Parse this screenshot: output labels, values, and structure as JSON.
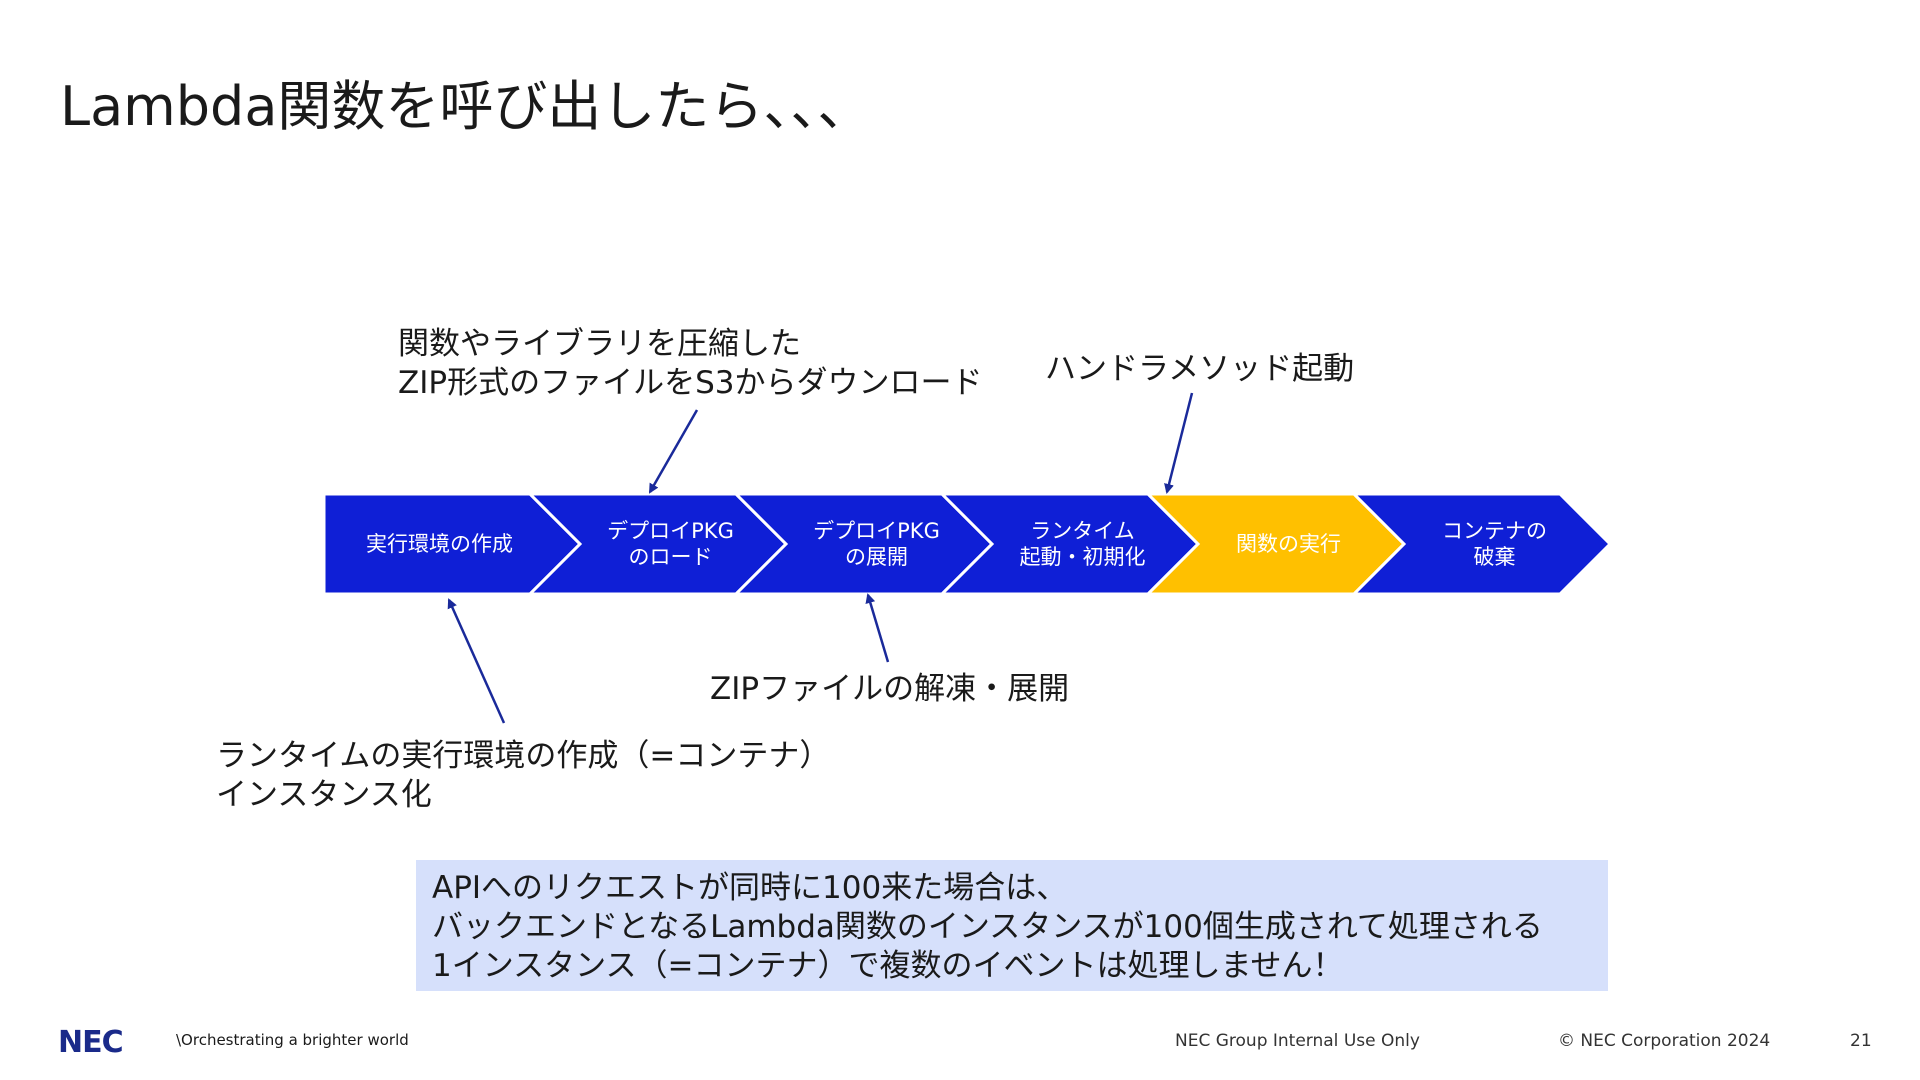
{
  "title": "Lambda関数を呼び出したら、、、",
  "annotations": {
    "pkg_download": "関数やライブラリを圧縮した\nZIP形式のファイルをS3からダウンロード",
    "handler_start": "ハンドラメソッド起動",
    "zip_extract": "ZIPファイルの解凍・展開",
    "runtime_instance": "ランタイムの実行環境の作成（=コンテナ）\nインスタンス化"
  },
  "steps": [
    {
      "label": "実行環境の作成",
      "highlight": false
    },
    {
      "label": "デプロイPKG\nのロード",
      "highlight": false
    },
    {
      "label": "デプロイPKG\nの展開",
      "highlight": false
    },
    {
      "label": "ランタイム\n起動・初期化",
      "highlight": false
    },
    {
      "label": "関数の実行",
      "highlight": true
    },
    {
      "label": "コンテナの\n破棄",
      "highlight": false
    }
  ],
  "colors": {
    "step": "#0f1fd6",
    "step_highlight": "#ffc000",
    "arrow": "#1a2a9a",
    "callout_bg": "#d6e0fb",
    "brand": "#1a2a8a"
  },
  "callout": {
    "line1": "APIへのリクエストが同時に100来た場合は、",
    "line2": "バックエンドとなるLambda関数のインスタンスが100個生成されて処理される",
    "line3": "1インスタンス（=コンテナ）で複数のイベントは処理しません！"
  },
  "footer": {
    "logo": "NEC",
    "tagline": "\\Orchestrating a brighter world",
    "internal": "NEC Group Internal Use Only",
    "copyright": "© NEC Corporation 2024",
    "page": "21"
  }
}
